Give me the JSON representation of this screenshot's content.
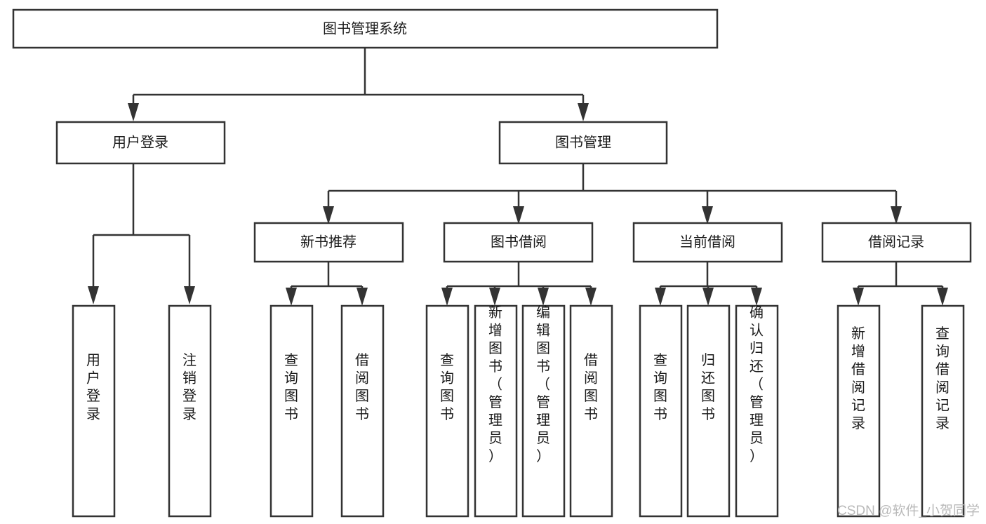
{
  "diagram": {
    "title": "图书管理系统",
    "type": "tree-hierarchy",
    "watermark": "CSDN @软件_小贺同学",
    "colors": {
      "stroke": "#333333",
      "fill": "#ffffff",
      "text": "#1a1a1a",
      "watermark": "#b9b9b9",
      "background": "#ffffff"
    },
    "levels": {
      "root": {
        "label": "图书管理系统",
        "orientation": "horizontal"
      },
      "level2": [
        {
          "id": "user-login",
          "label": "用户登录",
          "orientation": "horizontal"
        },
        {
          "id": "book-manage",
          "label": "图书管理",
          "orientation": "horizontal"
        }
      ],
      "level3": [
        {
          "id": "new-book-recommend",
          "label": "新书推荐",
          "orientation": "horizontal",
          "parent": "book-manage"
        },
        {
          "id": "book-borrow",
          "label": "图书借阅",
          "orientation": "horizontal",
          "parent": "book-manage"
        },
        {
          "id": "current-borrow",
          "label": "当前借阅",
          "orientation": "horizontal",
          "parent": "book-manage"
        },
        {
          "id": "borrow-record",
          "label": "借阅记录",
          "orientation": "horizontal",
          "parent": "book-manage"
        }
      ],
      "leaves": [
        {
          "id": "leaf-user-login",
          "label": "用户登录",
          "orientation": "vertical",
          "parent": "user-login"
        },
        {
          "id": "leaf-user-logout",
          "label": "注销登录",
          "orientation": "vertical",
          "parent": "user-login"
        },
        {
          "id": "leaf-query-book-1",
          "label": "查询图书",
          "orientation": "vertical",
          "parent": "new-book-recommend"
        },
        {
          "id": "leaf-borrow-book-1",
          "label": "借阅图书",
          "orientation": "vertical",
          "parent": "new-book-recommend"
        },
        {
          "id": "leaf-query-book-2",
          "label": "查询图书",
          "orientation": "vertical",
          "parent": "book-borrow"
        },
        {
          "id": "leaf-add-book",
          "label": "新增图书（管理员）",
          "orientation": "vertical",
          "parent": "book-borrow"
        },
        {
          "id": "leaf-edit-book",
          "label": "编辑图书（管理员）",
          "orientation": "vertical",
          "parent": "book-borrow"
        },
        {
          "id": "leaf-borrow-book-2",
          "label": "借阅图书",
          "orientation": "vertical",
          "parent": "book-borrow"
        },
        {
          "id": "leaf-query-book-3",
          "label": "查询图书",
          "orientation": "vertical",
          "parent": "current-borrow"
        },
        {
          "id": "leaf-return-book",
          "label": "归还图书",
          "orientation": "vertical",
          "parent": "current-borrow"
        },
        {
          "id": "leaf-confirm-return",
          "label": "确认归还（管理员）",
          "orientation": "vertical",
          "parent": "current-borrow"
        },
        {
          "id": "leaf-add-record",
          "label": "新增借阅记录",
          "orientation": "vertical",
          "parent": "borrow-record"
        },
        {
          "id": "leaf-query-record",
          "label": "查询借阅记录",
          "orientation": "vertical",
          "parent": "borrow-record"
        }
      ]
    }
  }
}
